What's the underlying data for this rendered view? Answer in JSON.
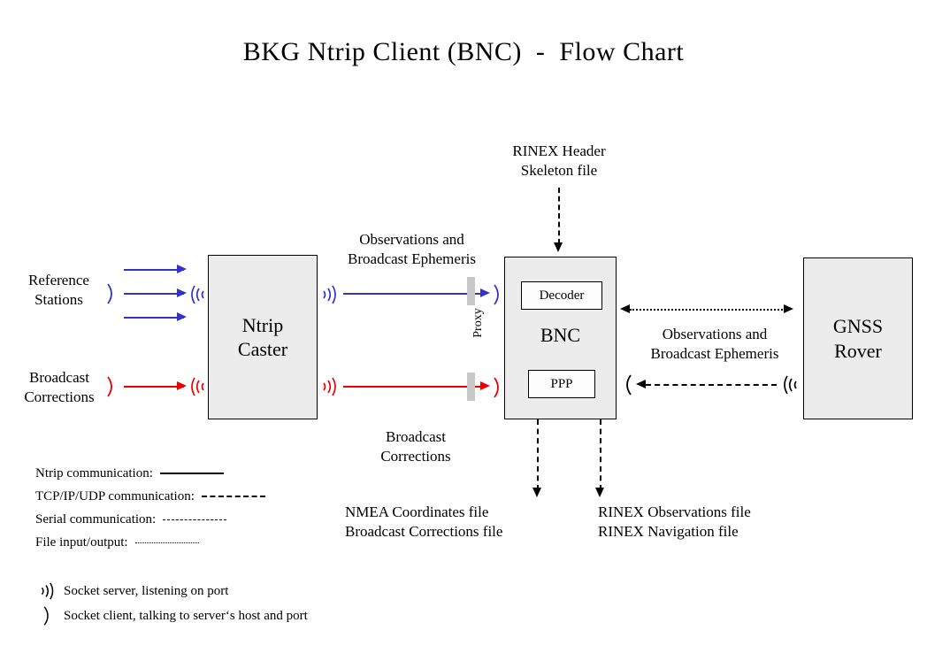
{
  "title": "BKG Ntrip Client (BNC)  -  Flow Chart",
  "nodes": {
    "ntrip_caster": "Ntrip\nCaster",
    "bnc": "BNC",
    "decoder": "Decoder",
    "ppp": "PPP",
    "gnss_rover": "GNSS\nRover"
  },
  "labels": {
    "reference_stations": "Reference\nStations",
    "broadcast_corrections_in": "Broadcast\nCorrections",
    "observations_ephemeris_left": "Observations and\nBroadcast Ephemeris",
    "broadcast_corrections_out": "Broadcast\nCorrections",
    "rinex_skeleton": "RINEX Header\nSkeleton file",
    "observations_ephemeris_right": "Observations and\nBroadcast Ephemeris",
    "nmea_files": "NMEA Coordinates file\nBroadcast Corrections file",
    "rinex_files": "RINEX Observations file\nRINEX Navigation file",
    "proxy": "Proxy"
  },
  "legend": {
    "items": [
      {
        "label": "Ntrip communication:",
        "style": "solid"
      },
      {
        "label": "TCP/IP/UDP communication:",
        "style": "dashed"
      },
      {
        "label": "Serial communication:",
        "style": "dash-dot"
      },
      {
        "label": "File input/output:",
        "style": "dotted"
      }
    ],
    "sockets": [
      {
        "icon": "socket-server-icon",
        "label": "Socket server, listening on port"
      },
      {
        "icon": "socket-client-icon",
        "label": "Socket client, talking to server‘s host and port"
      }
    ]
  },
  "colors": {
    "ntrip_blue": "#3333cc",
    "broadcast_red": "#ee0000",
    "node_fill": "#ececec",
    "proxy_bar": "#c8c8c8",
    "outline": "#000000"
  }
}
